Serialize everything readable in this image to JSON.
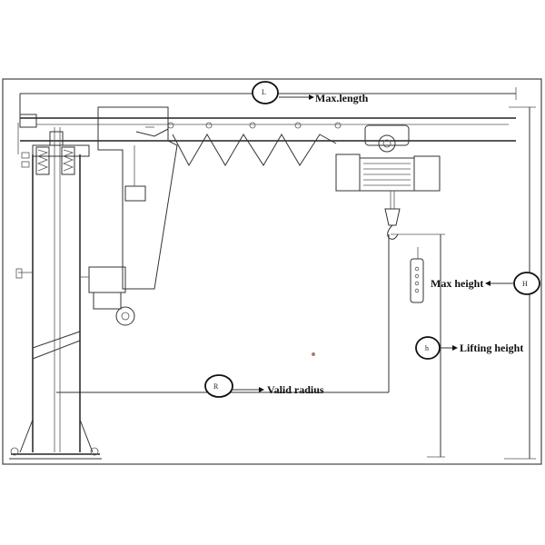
{
  "labels": {
    "max_length": "Max.length",
    "max_height": "Max height",
    "lifting_height": "Lifting height",
    "valid_radius": "Valid radius"
  },
  "symbols": {
    "max_length": "L",
    "max_height": "H",
    "lifting_height": "h",
    "valid_radius": "R"
  },
  "colors": {
    "line": "#333333",
    "background": "#ffffff"
  }
}
